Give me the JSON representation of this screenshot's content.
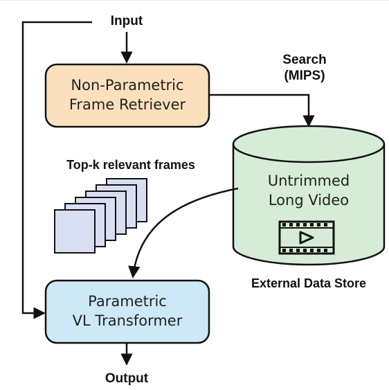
{
  "labels": {
    "input": "Input",
    "output": "Output",
    "search_line1": "Search",
    "search_line2": "(MIPS)",
    "topk": "Top-k relevant frames",
    "store": "External Data Store"
  },
  "retriever": {
    "line1": "Non-Parametric",
    "line2": "Frame Retriever"
  },
  "transformer": {
    "line1": "Parametric",
    "line2": "VL Transformer"
  },
  "video": {
    "line1": "Untrimmed",
    "line2": "Long Video"
  },
  "colors": {
    "retriever_fill": "#fce0bd",
    "transformer_fill": "#cde8f7",
    "cylinder_fill": "#d6ecd6",
    "frames_fill": "#d9dff2",
    "stroke": "#111111"
  },
  "icons": {
    "video": "film-play-icon"
  }
}
